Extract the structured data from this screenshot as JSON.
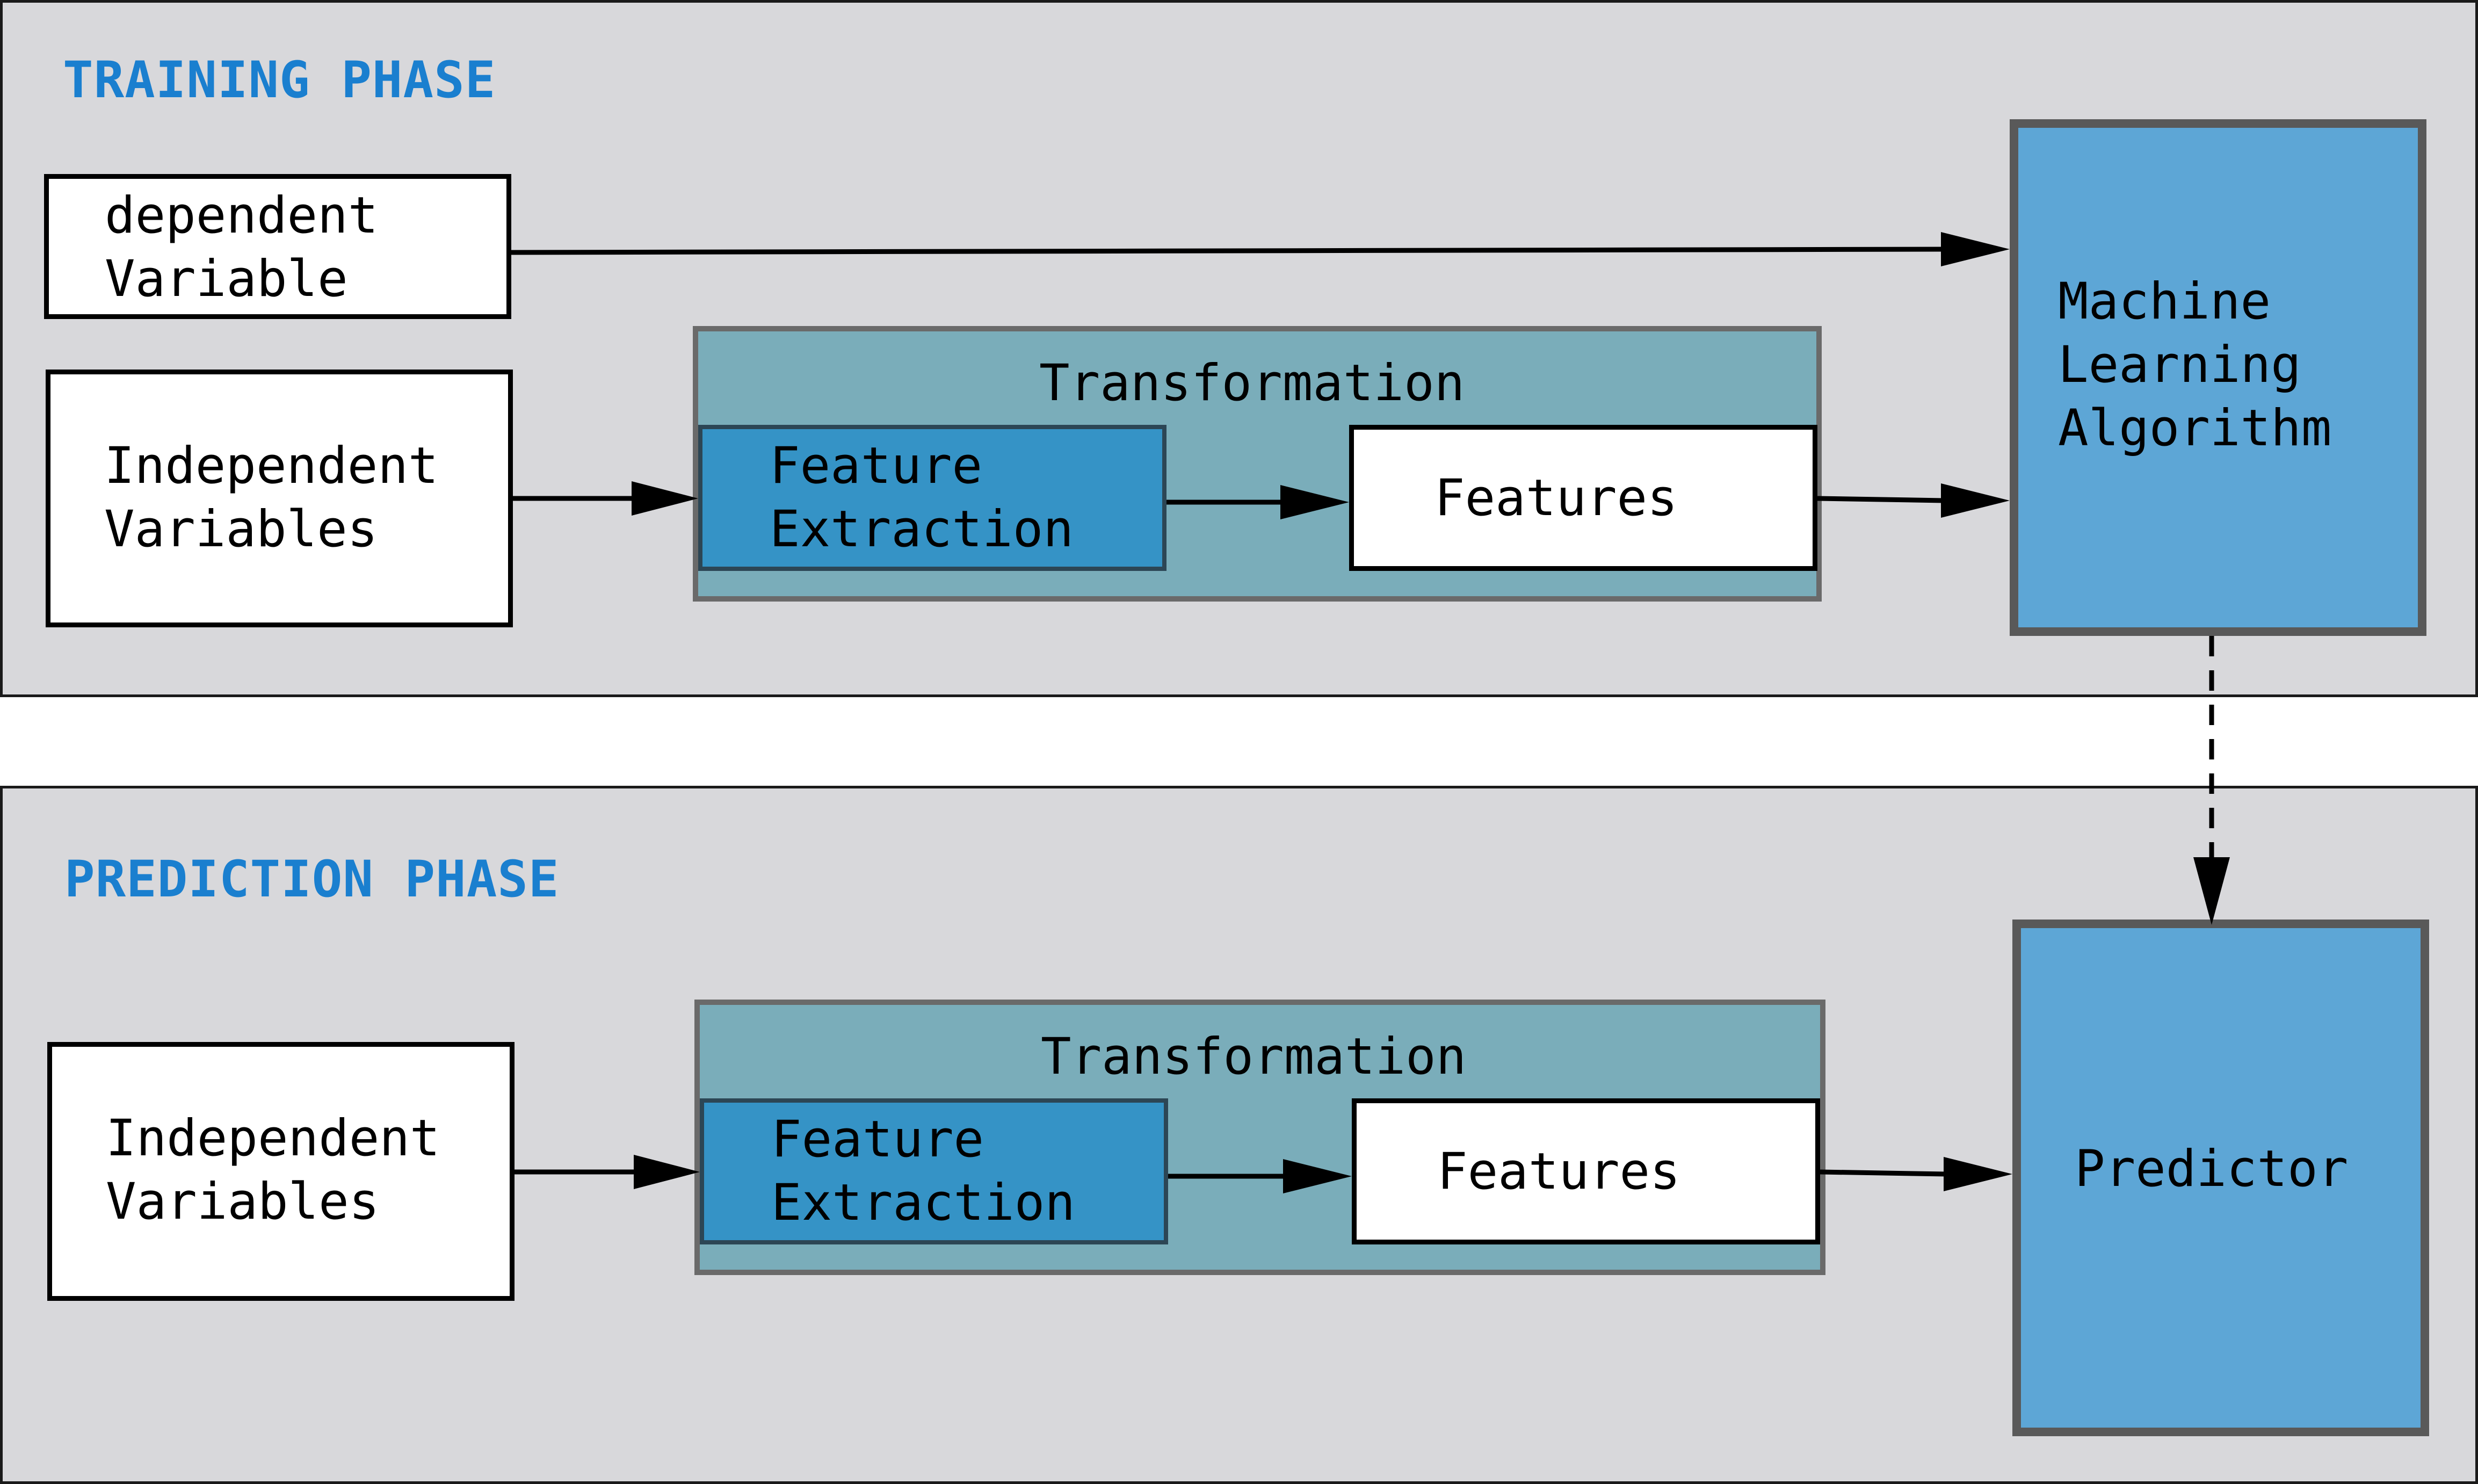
{
  "training": {
    "title": "TRAINING PHASE",
    "dependent": "dependent\nVariable",
    "independent": "Independent\nVariables",
    "transformation": "Transformation",
    "feature_extraction": "Feature\nExtraction",
    "features": "Features",
    "algorithm": "Machine\nLearning\nAlgorithm"
  },
  "prediction": {
    "title": "PREDICTION PHASE",
    "independent": "Independent\nVariables",
    "transformation": "Transformation",
    "feature_extraction": "Feature\nExtraction",
    "features": "Features",
    "predictor": "Predictor"
  },
  "colors": {
    "phase_title": "#1a7fcf",
    "panel_bg": "#d8d8db",
    "transformation_bg": "#7aadba",
    "feature_extraction_bg": "#3593c6",
    "model_bg": "#5da6d6"
  }
}
